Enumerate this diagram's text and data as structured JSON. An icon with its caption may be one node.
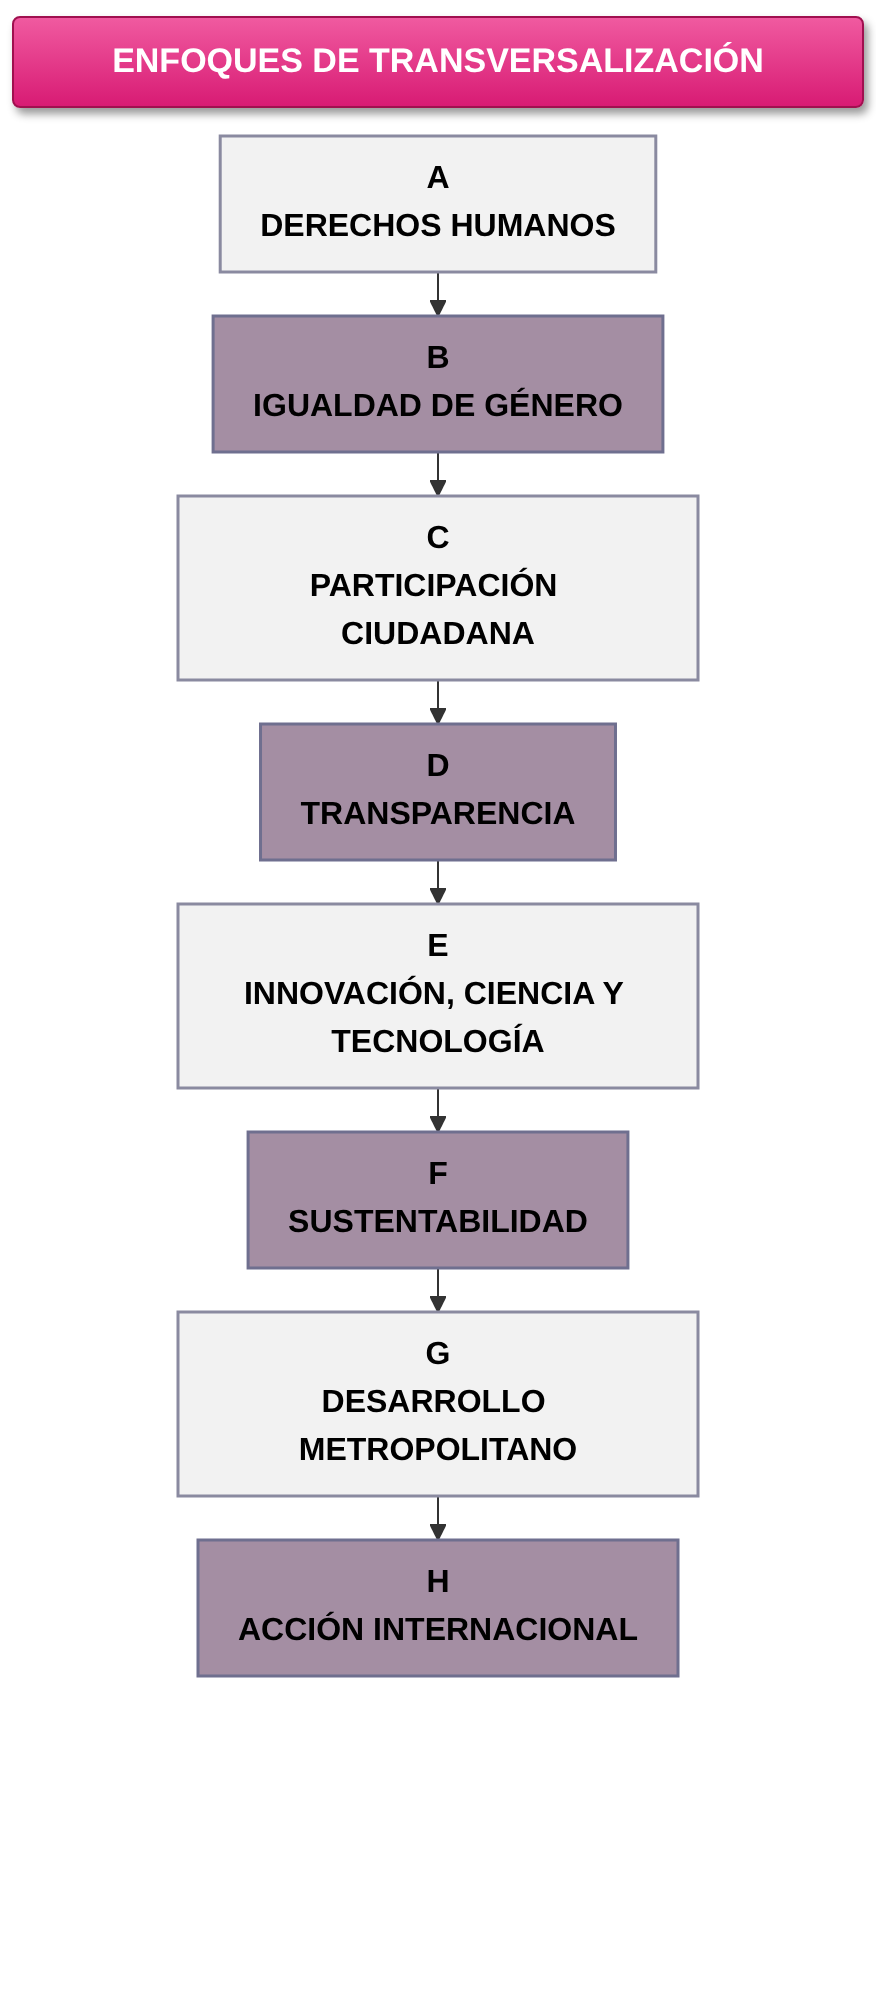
{
  "diagram": {
    "title": "ENFOQUES DE TRANSVERSALIZACIÓN",
    "nodes": [
      {
        "text": [
          "A",
          "DERECHOS HUMANOS"
        ]
      },
      {
        "text": [
          "B",
          "IGUALDAD DE GÉNERO"
        ]
      },
      {
        "text": [
          "C",
          "PARTICIPACIÓN CIUDADANA"
        ]
      },
      {
        "text": [
          "D",
          "TRANSPARENCIA"
        ]
      },
      {
        "text": [
          "E",
          "INNOVACIÓN, CIENCIA Y TECNOLOGÍA"
        ]
      },
      {
        "text": [
          "F",
          "SUSTENTABILIDAD"
        ]
      },
      {
        "text": [
          "G",
          "DESARROLLO METROPOLITANO"
        ]
      },
      {
        "text": [
          "H",
          "ACCIÓN INTERNACIONAL"
        ]
      }
    ],
    "edges": [
      {
        "from": 0,
        "to": 1,
        "arrow": "to"
      },
      {
        "from": 1,
        "to": 2,
        "arrow": "to"
      },
      {
        "from": 2,
        "to": 3,
        "arrow": "to"
      },
      {
        "from": 3,
        "to": 4,
        "arrow": "to"
      },
      {
        "from": 4,
        "to": 5,
        "arrow": "to"
      },
      {
        "from": 5,
        "to": 6,
        "arrow": "to"
      },
      {
        "from": 6,
        "to": 7,
        "arrow": "to"
      }
    ]
  }
}
